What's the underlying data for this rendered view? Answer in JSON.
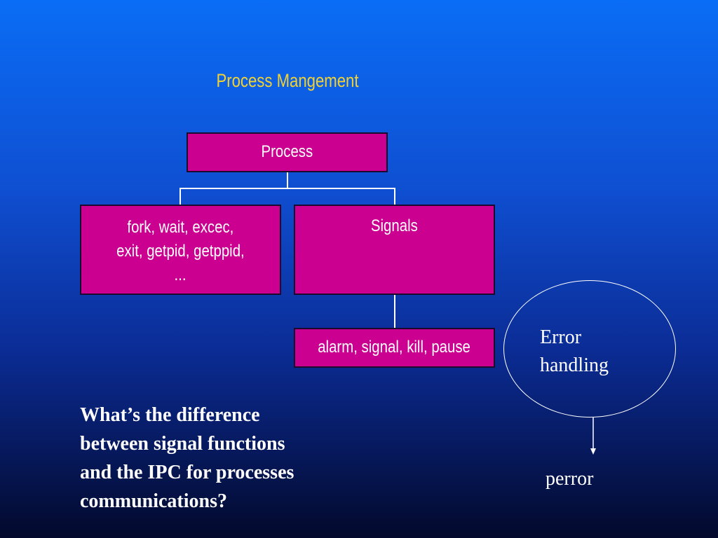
{
  "title": "Process Mangement",
  "nodes": {
    "process": "Process",
    "fork": [
      "fork, wait, excec,",
      "exit, getpid, getppid,",
      "..."
    ],
    "signals": "Signals",
    "alarm": "alarm, signal, kill, pause",
    "error": [
      "Error",
      "handling"
    ],
    "perror": "perror"
  },
  "question": [
    "What’s the difference",
    "between signal functions",
    "and the IPC for processes",
    "communications?"
  ],
  "colors": {
    "node_fill": "#cc0090",
    "title_text": "#f2d233",
    "background_top": "#0a6df5",
    "background_bottom": "#03092c"
  }
}
